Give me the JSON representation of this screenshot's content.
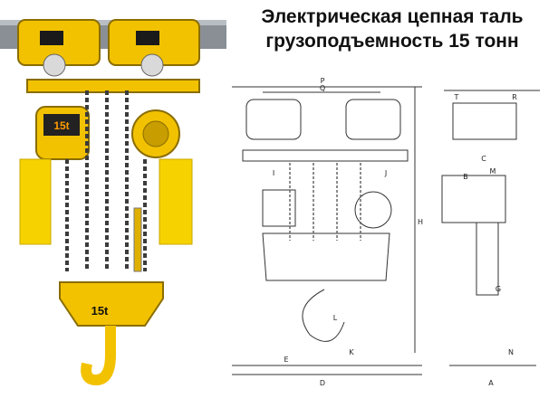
{
  "title": {
    "line1": "Электрическая цепная таль",
    "line2": "грузоподъемность 15 тонн"
  },
  "photo": {
    "motor_label": "15t",
    "block_label": "15t",
    "body_color": "#f2c200"
  },
  "front_view_labels": [
    "P",
    "Q",
    "I",
    "J",
    "H",
    "L",
    "K",
    "E",
    "D"
  ],
  "side_view_labels": [
    "T",
    "R",
    "C",
    "M",
    "B",
    "G",
    "N",
    "A"
  ]
}
